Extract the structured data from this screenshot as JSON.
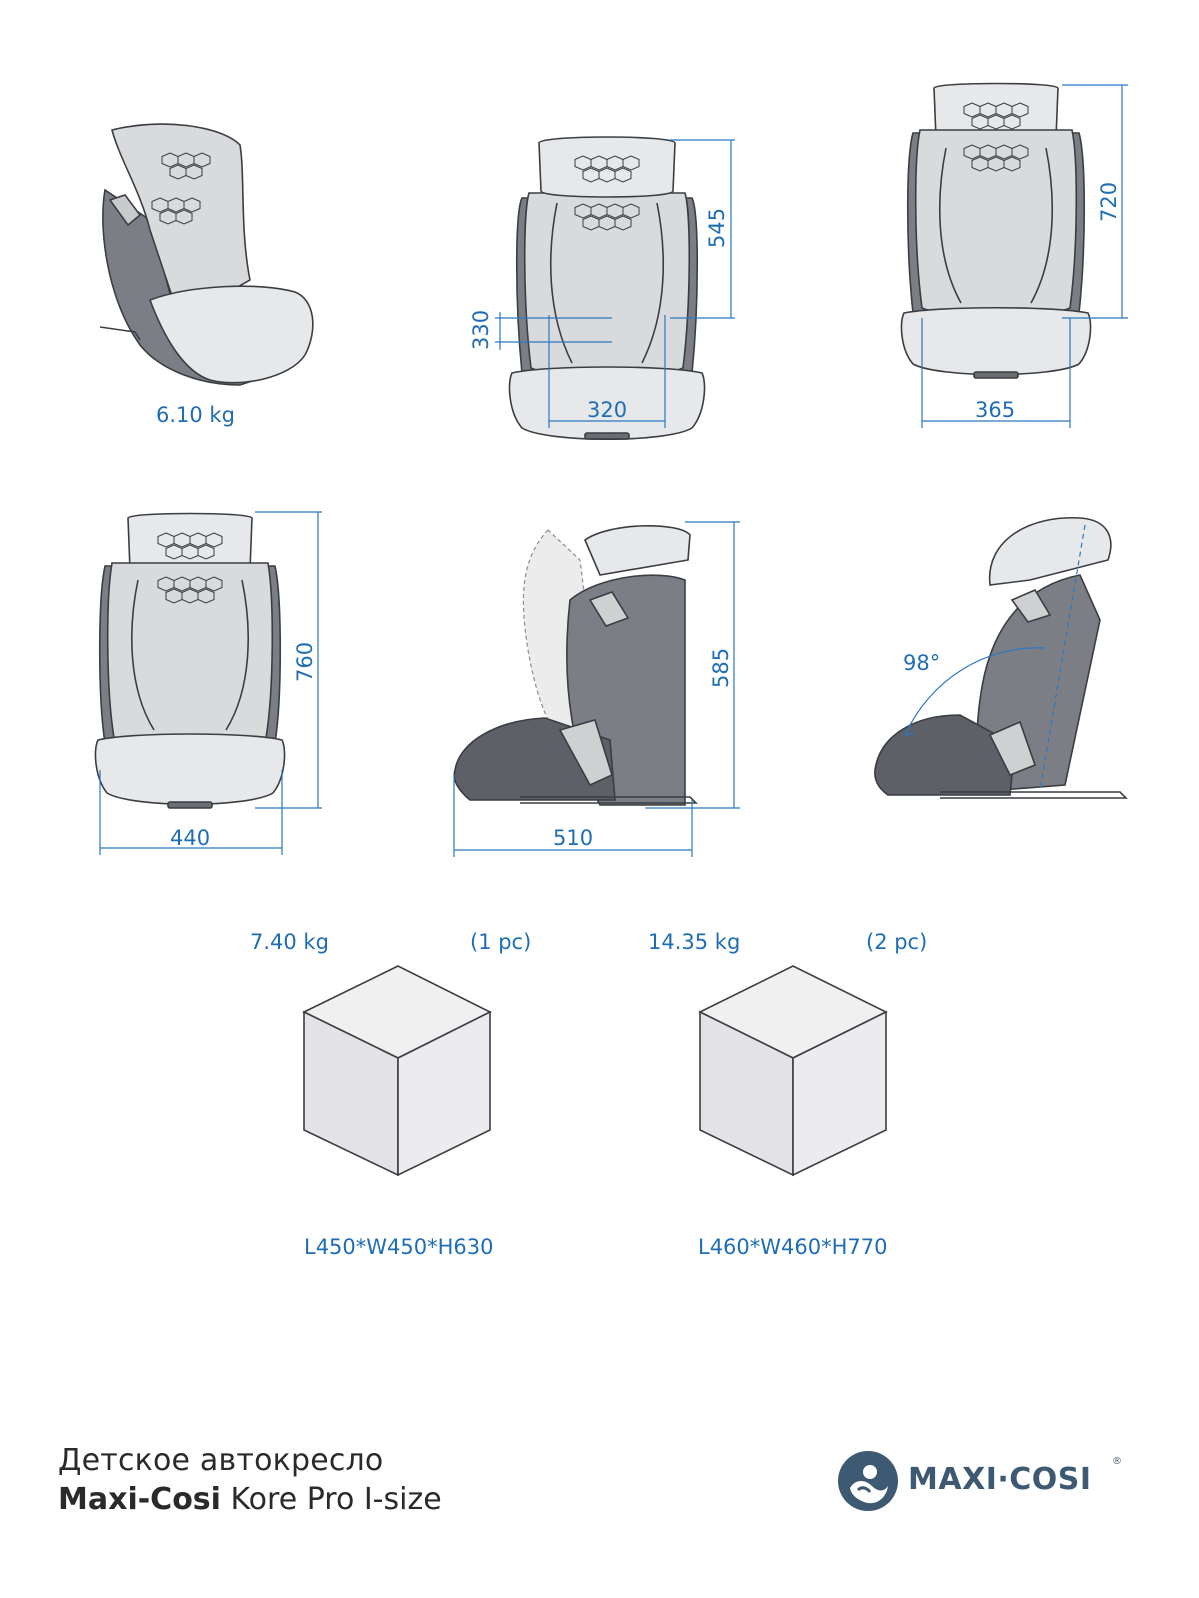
{
  "views": {
    "side_weight": "6.10 kg",
    "front_seat_height": "545",
    "front_seat_depth": "330",
    "front_seat_width": "320",
    "back_height_min": "720",
    "back_width": "365",
    "front_total_height": "760",
    "front_total_width": "440",
    "side_height": "585",
    "side_depth": "510",
    "recline_angle": "98°"
  },
  "packaging": [
    {
      "weight": "7.40 kg",
      "count": "(1 pc)",
      "dimensions": "L450*W450*H630"
    },
    {
      "weight": "14.35 kg",
      "count": "(2 pc)",
      "dimensions": "L460*W460*H770"
    }
  ],
  "footer": {
    "line1": "Детское автокресло",
    "brand": "Maxi-Cosi",
    "model": "Kore Pro I-size"
  },
  "logo": {
    "text": "MAXI·COSI",
    "registered": "®",
    "color": "#3d5a72"
  },
  "colors": {
    "dimension_blue": "#1f6db5",
    "seat_light": "#d9dadc",
    "seat_dark": "#7b7e84"
  }
}
